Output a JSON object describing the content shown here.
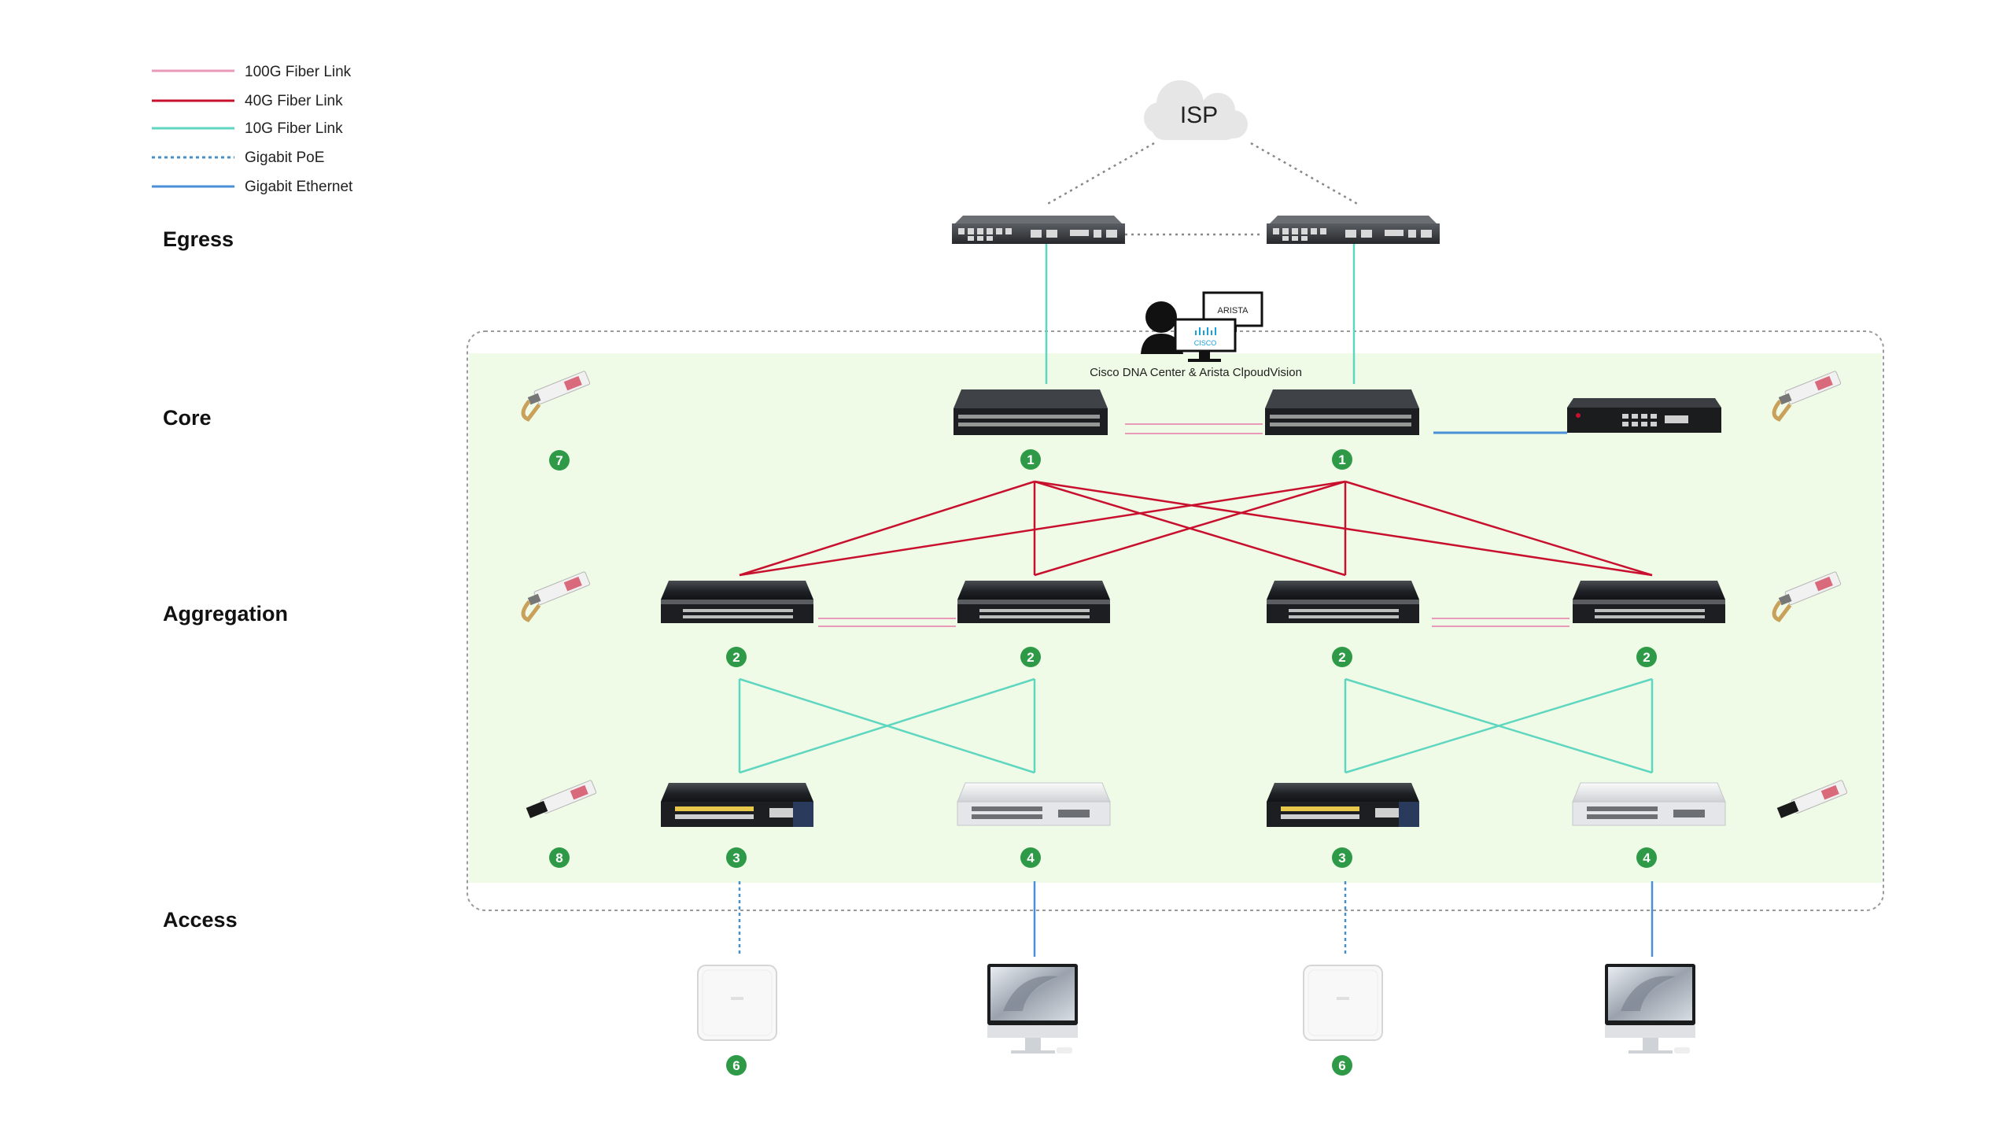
{
  "legend": {
    "items": [
      {
        "label": "100G Fiber Link",
        "color": "#e89ab8",
        "style": "solid"
      },
      {
        "label": "40G Fiber Link",
        "color": "#c8102e",
        "style": "solid"
      },
      {
        "label": "10G Fiber Link",
        "color": "#5fd6c0",
        "style": "solid"
      },
      {
        "label": "Gigabit PoE",
        "color": "#4a90c8",
        "style": "dotted"
      },
      {
        "label": "Gigabit Ethernet",
        "color": "#4a90d9",
        "style": "solid"
      }
    ]
  },
  "layers": {
    "egress": "Egress",
    "core": "Core",
    "aggregation": "Aggregation",
    "access": "Access"
  },
  "cloud": {
    "label": "ISP"
  },
  "management": {
    "caption": "Cisco DNA Center & Arista ClpoudVision",
    "arista_logo": "ARISTA",
    "cisco_logo": "CISCO"
  },
  "badges": {
    "core_left": "1",
    "core_right": "1",
    "agg_1": "2",
    "agg_2": "2",
    "agg_3": "2",
    "agg_4": "2",
    "access_1": "3",
    "access_2": "4",
    "access_3": "3",
    "access_4": "4",
    "ap_1": "6",
    "ap_2": "6",
    "transceiver_core": "7",
    "transceiver_access": "8"
  },
  "colors": {
    "zone_fill": "#effbe6",
    "badge": "#2e9a48",
    "link_100g": "#e89ab8",
    "link_40g": "#c8102e",
    "link_10g": "#5fd6c0",
    "link_poe": "#4a90c8",
    "link_gbe": "#4a90d9"
  }
}
